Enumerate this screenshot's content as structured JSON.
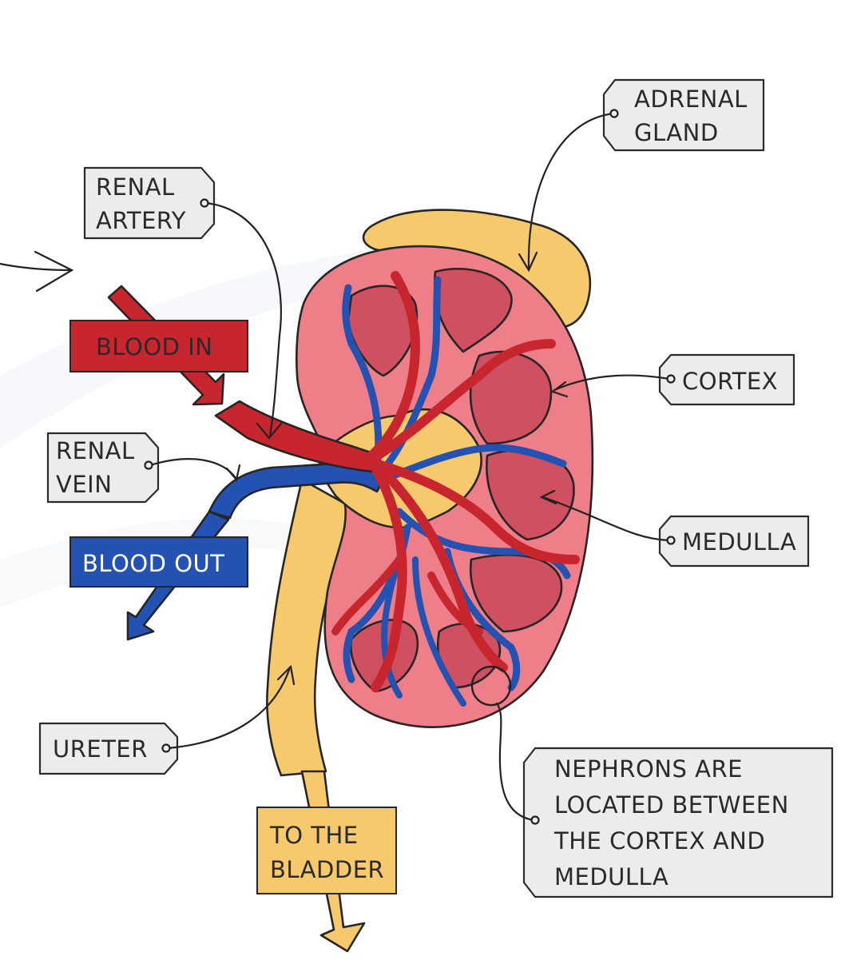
{
  "labels": {
    "adrenal_gland": [
      "ADRENAL",
      "GLAND"
    ],
    "renal_artery": [
      "RENAL",
      "ARTERY"
    ],
    "renal_vein": [
      "RENAL",
      "VEIN"
    ],
    "cortex": "CORTEX",
    "medulla": "MEDULLA",
    "ureter": "URETER",
    "nephrons_note": [
      "NEPHRONS   ARE",
      "LOCATED   BETWEEN",
      "THE   CORTEX   AND",
      "MEDULLA"
    ]
  },
  "flow": {
    "blood_in": "BLOOD  IN",
    "blood_out": "BLOOD  OUT",
    "to_bladder": [
      "TO  THE",
      "BLADDER"
    ]
  },
  "colors": {
    "artery": "#c8262e",
    "vein": "#2352b3",
    "cortex": "#ee7f88",
    "pyramid": "#cf5060",
    "yellow": "#f6c96c",
    "tag_fill": "#ececec"
  }
}
